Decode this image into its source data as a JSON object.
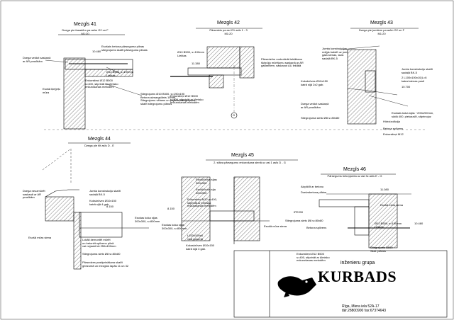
{
  "nodes": [
    {
      "title": "Mezgls 41",
      "subtitle": "Dzega pie fasadēm pa asīm G2 un F",
      "scale": "M1:20"
    },
    {
      "title": "Mezgls 42",
      "subtitle": "Pārsedzis pa asi G1 asīs 1 - 3",
      "scale": "M1:20"
    },
    {
      "title": "Mezgls 43",
      "subtitle": "Dzega pie jumtiem pa asīm G2 un F",
      "scale": "M1:20"
    },
    {
      "title": "Mezgls 44",
      "subtitle": "Dzega pie tilt asīs D - E",
      "scale": ""
    },
    {
      "title": "Mezgls 45",
      "subtitle": "2. stāva pārsegumu enkurošana sienā uz asi 1 asīs D - G",
      "scale": ""
    },
    {
      "title": "Mezgls 46",
      "subtitle": "Pārsegums betoņjumta uz asi 3c asīs E - G",
      "scale": ""
    }
  ],
  "labels": {
    "n41": {
      "level": "10.480",
      "a": "Dzega veidot saskaņā\nar AR prasībām",
      "b": "Esošais betona pārseguma pilnas\nstiegrojums skatīt pārseguma pilnais",
      "c": "Ø12 B500, s=190mm\nLiektas",
      "d": "Enkurstieņi Ø12 B500\ns=400, stiprināt ar ķīmisko\nenkurošanas metodēm",
      "e": "Esošā ķieģeļu\nmūra",
      "f": "Stiegrojums Ø10 B500, s=190x190\nBetona aizsargslānis 15mm\nStiegrojumu vēlams un pajāttiekstiegrojumu\nskatīt stiegrojumu plānus"
    },
    "n42": {
      "level": "11.380",
      "a": "Ø10 B500, s=190mm\nLiektas",
      "b": "Pārsedzēm nodrošināt ieklāšanu\nšķirpūju mūrējumu saskaņā ar AR\ngabarītiem, saskaņot AU ieklātā",
      "c": "Enkurstieņi Ø12 B500\ns=400, stiprināt ar ķīmisko\nenkurošanas metodēm",
      "axis": "G"
    },
    "n43": {
      "level": "10.700",
      "a": "Jumta konstrukcijas\nrežģis balstīt uz jumt\ngala sienas, skat.\nsadaļā BK-5",
      "b": "Jumta konstrukciju skatīt\nsadaļā BK-5",
      "c": "2 L100x100x10(L=6\nkatrai sienas pusē",
      "d": "Kokskrūves Ø10x150\nkatrā sijā 2x2 gab.",
      "e": "Dzega veidot saskaņā\nar AR prasībām",
      "f": "Stiegrojuma sietsi Ø8 s=80x80",
      "g": "Esošais koka sijas ~200x200mm,\nsādā 400. piekauslīt, stiprinojuz",
      "h": "Hidroizolācija",
      "i": "Betona spilvens",
      "j": "Enkurstieņi M12"
    },
    "n44": {
      "level": "8.150",
      "a": "Dzega neuzmūrēt\nsaskaņā ar AR\nprasībām",
      "b": "Jumta konstrukciju skatīt\nsadaļā BK-5",
      "c": "Kokskrūves Ø10x150\nkatrā sijā 4 gab.",
      "d": "Esošas koka sijas\n300x300, s=800mm",
      "e": "Esošā mūra siena",
      "f": "Lokāli demontēt mūrēt\nun betonēt spilvenu pilnā\nvai nejaukt kā 250x400mm",
      "g": "Stiegrojuma siets Ø8 s=80x80",
      "h": "Pārsedzes pastiprināšana skatīt\ngriezumā un mezglos lapās 11 un 32"
    },
    "n45": {
      "level": "8.150",
      "a": "Esošā koka sijas\n300x300",
      "b": "Esošā koka sija\n300x300",
      "c": "Enkurstieņi M12 s=400,\nstiprināt ar ķīmisko\nenkurošanas metodēm",
      "d": "Esošas koka sijas\n300x300, s=800mm",
      "e": "L100x100x8\nvisā garumā",
      "f": "Koksskrūves Ø10x150\nkatrā sijā 3 gab.",
      "g": "Esošā mūra siena"
    },
    "n46": {
      "level_a": "11.080",
      "level_b": "10.480",
      "a": "Aizpildīt ar betonu",
      "b": "Dzelzsbetona plātne",
      "c": "Esošā mūra siena",
      "d": "IPE200",
      "e": "Stiegrojuma siets Ø8 s=80x80",
      "f": "Betona spilvens",
      "g": "Ø12 B500, s=190mm\nLiektas",
      "h": "Stiegrojums B500\nSkat. plānus",
      "i": "Enkurstieņi Ø12 B500\ns=400, stiprināt ar ķīmisko\nenkurošanas metodēm"
    }
  },
  "company": {
    "tagline": "inženieru grupa",
    "name": "KURBADS",
    "address": "Rīga, Miera iela 52A-17\ntālr.28800900 fax:67374643"
  }
}
